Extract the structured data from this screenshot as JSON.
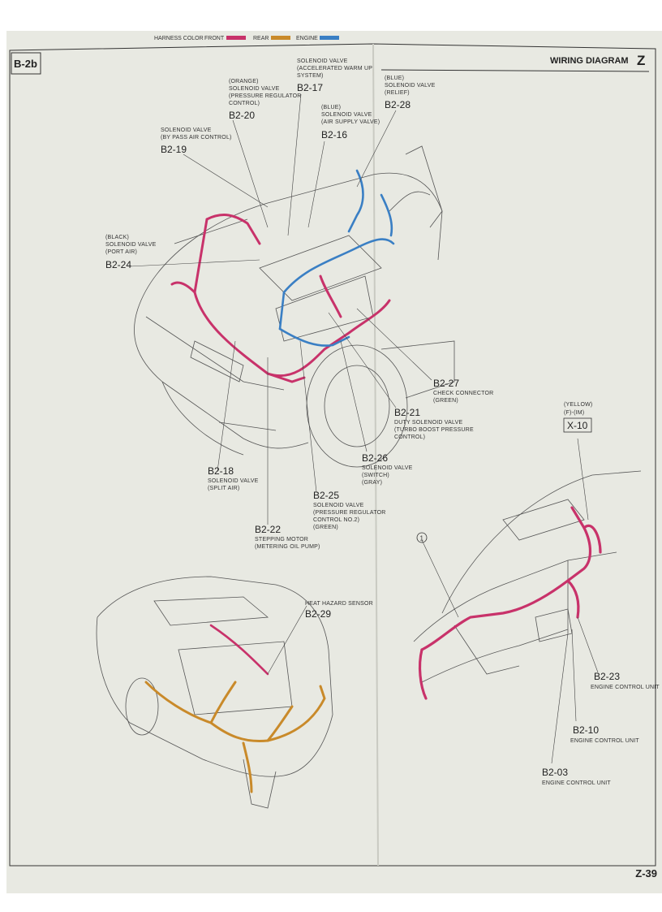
{
  "legend": {
    "title": "HARNESS COLOR",
    "items": [
      {
        "label": "FRONT",
        "color": "#c8326a"
      },
      {
        "label": "REAR",
        "color": "#c98a2a"
      },
      {
        "label": "ENGINE",
        "color": "#3a7fc4"
      }
    ]
  },
  "header": {
    "section": "B-2b",
    "title": "WIRING DIAGRAM",
    "letter": "Z"
  },
  "page_number": "Z-39",
  "callouts": {
    "b2_17": {
      "lines": [
        "SOLENOID VALVE",
        "(ACCELERATED WARM UP",
        "SYSTEM)"
      ],
      "code": "B2-17"
    },
    "b2_20": {
      "lines": [
        "(ORANGE)",
        "SOLENOID VALVE",
        "(PRESSURE REGULATOR",
        "CONTROL)"
      ],
      "code": "B2-20"
    },
    "b2_28": {
      "lines": [
        "(BLUE)",
        "SOLENOID VALVE",
        "(RELIEF)"
      ],
      "code": "B2-28"
    },
    "b2_16": {
      "lines": [
        "(BLUE)",
        "SOLENOID VALVE",
        "(AIR SUPPLY VALVE)"
      ],
      "code": "B2-16"
    },
    "b2_19": {
      "lines": [
        "SOLENOID VALVE",
        "(BY PASS AIR CONTROL)"
      ],
      "code": "B2-19"
    },
    "b2_24": {
      "lines": [
        "(BLACK)",
        "SOLENOID VALVE",
        "(PORT AIR)"
      ],
      "code": "B2-24"
    },
    "b2_27": {
      "code": "B2-27",
      "lines": [
        "CHECK CONNECTOR",
        "(GREEN)"
      ]
    },
    "b2_21": {
      "code": "B2-21",
      "lines": [
        "DUTY SOLENOID VALVE",
        "(TURBO BOOST PRESSURE",
        "CONTROL)"
      ]
    },
    "b2_26": {
      "code": "B2-26",
      "lines": [
        "SOLENOID VALVE",
        "(SWITCH)",
        "(GRAY)"
      ]
    },
    "b2_18": {
      "code": "B2-18",
      "lines": [
        "SOLENOID VALVE",
        "(SPLIT AIR)"
      ]
    },
    "b2_25": {
      "code": "B2-25",
      "lines": [
        "SOLENOID VALVE",
        "(PRESSURE REGULATOR",
        "CONTROL NO.2)",
        "(GREEN)"
      ]
    },
    "b2_22": {
      "code": "B2-22",
      "lines": [
        "STEPPING MOTOR",
        "(METERING OIL PUMP)"
      ]
    },
    "b2_29": {
      "lines": [
        "HEAT HAZARD SENSOR"
      ],
      "code": "B2-29"
    },
    "x_10": {
      "lines": [
        "(YELLOW)",
        "(F)-(IM)"
      ],
      "code": "X-10"
    },
    "circle_1": {
      "code": "1"
    },
    "b2_23": {
      "code": "B2-23",
      "lines": [
        "ENGINE CONTROL UNIT"
      ]
    },
    "b2_10": {
      "code": "B2-10",
      "lines": [
        "ENGINE CONTROL UNIT"
      ]
    },
    "b2_03": {
      "code": "B2-03",
      "lines": [
        "ENGINE CONTROL UNIT"
      ]
    }
  }
}
